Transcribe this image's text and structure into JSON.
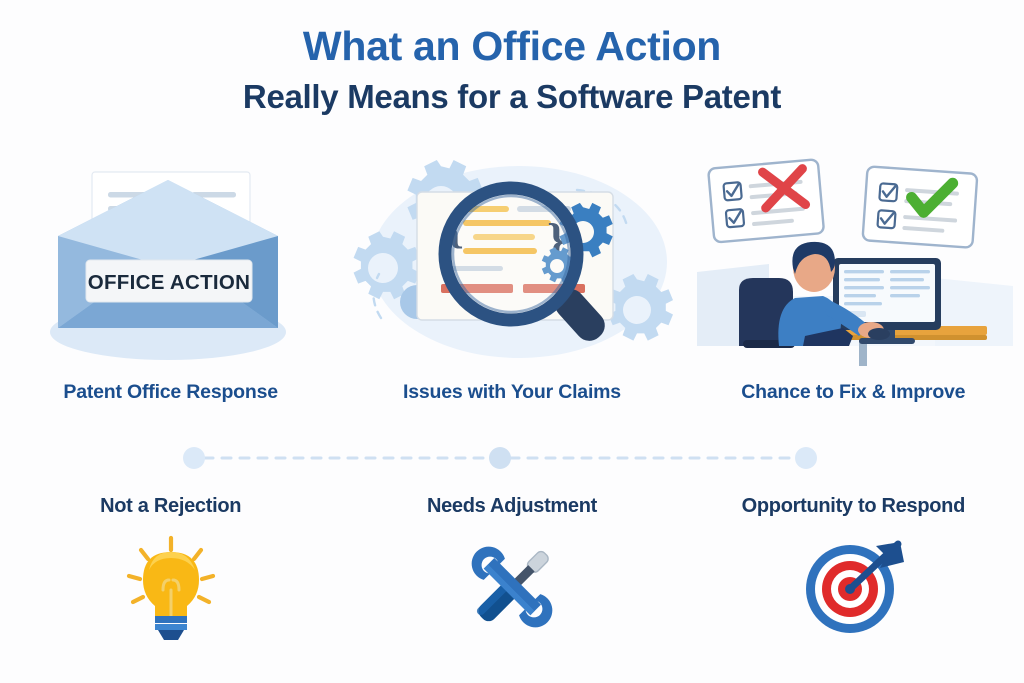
{
  "header": {
    "title_line1": "What an Office Action",
    "title_line2": "Really Means for a Software Patent",
    "title_color": "#2563ac",
    "subtitle_color": "#1b3a63"
  },
  "background_color": "#fdfdfe",
  "top_row": [
    {
      "label": "Patent Office Response",
      "icon": "envelope-letter-warning-icon",
      "badge_text": "OFFICE ACTION",
      "accent_color": "#d32027",
      "envelope_color": "#7ba7d4"
    },
    {
      "label": "Issues with Your Claims",
      "icon": "magnifying-glass-code-screen-icon",
      "accent_color": "#2c5282",
      "code_brace_left": "{",
      "code_brace_right": "}"
    },
    {
      "label": "Chance to Fix & Improve",
      "icon": "person-at-computer-checklists-icon",
      "check_color": "#4caf32",
      "cross_color": "#e04448"
    }
  ],
  "bottom_row": [
    {
      "label": "Not a Rejection",
      "icon": "lightbulb-icon",
      "accent_color": "#f5b018"
    },
    {
      "label": "Needs Adjustment",
      "icon": "wrench-screwdriver-icon",
      "accent_color": "#2f72bd"
    },
    {
      "label": "Opportunity to Respond",
      "icon": "target-dart-icon",
      "accent_color": "#e02b2b"
    }
  ],
  "connector": {
    "icon": "dashed-connector-line",
    "dot_count": 3,
    "color": "#cfe0f2"
  }
}
